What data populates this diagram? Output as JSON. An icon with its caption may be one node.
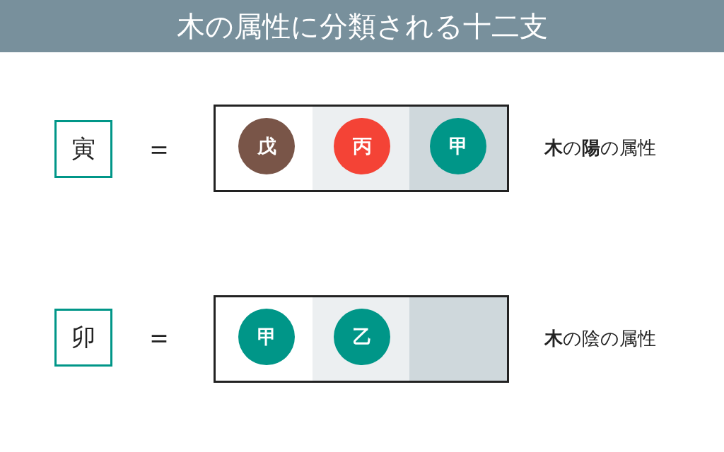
{
  "diagram": {
    "title": "木の属性に分類される十二支",
    "nodes": [
      {
        "text": [
          "寅"
        ]
      },
      {
        "text": [],
        "shape": "box"
      },
      {
        "text": [
          "戊"
        ],
        "in": 1
      },
      {
        "text": [
          "丙"
        ],
        "in": 1
      },
      {
        "text": [
          "甲"
        ],
        "in": 1
      },
      {
        "text": [
          "卯"
        ]
      },
      {
        "text": [],
        "shape": "box"
      },
      {
        "text": [
          "甲"
        ],
        "in": 6
      },
      {
        "text": [
          "乙"
        ],
        "in": 6
      }
    ],
    "edges": [],
    "labels": [
      "＝",
      "**木**の**陽**の属性",
      "＝",
      "**木**の陰の属性"
    ]
  }
}
